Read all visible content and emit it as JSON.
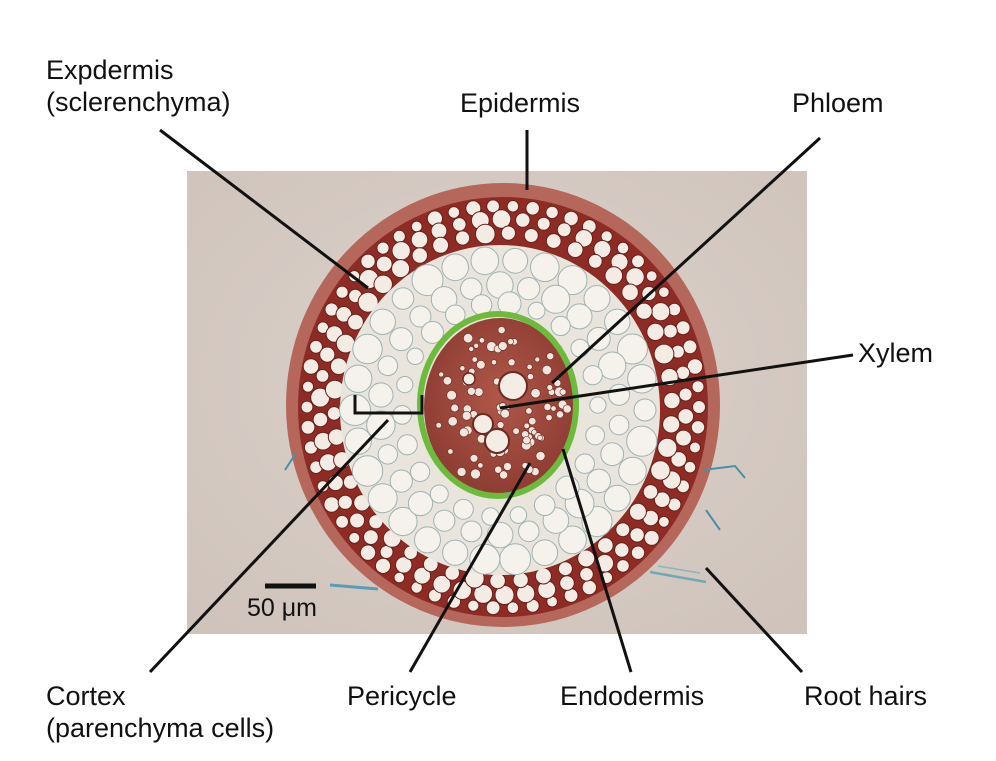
{
  "figure": {
    "labels": {
      "exodermis_line1": "Expdermis",
      "exodermis_line2": "(sclerenchyma)",
      "epidermis": "Epidermis",
      "phloem": "Phloem",
      "xylem": "Xylem",
      "cortex_line1": "Cortex",
      "cortex_line2": "(parenchyma cells)",
      "pericycle": "Pericycle",
      "endodermis": "Endodermis",
      "root_hairs": "Root hairs"
    },
    "scale_bar": "50 μm",
    "colors": {
      "background_slide": "#d6cbc4",
      "outer_ring": "#8e2b24",
      "cell_fill": "#f2ece4",
      "endodermis_ring": "#6cbb3c",
      "stele": "#9c4436",
      "cortex": "#e6e0d8",
      "stain_blue": "#4a8fa8"
    }
  }
}
